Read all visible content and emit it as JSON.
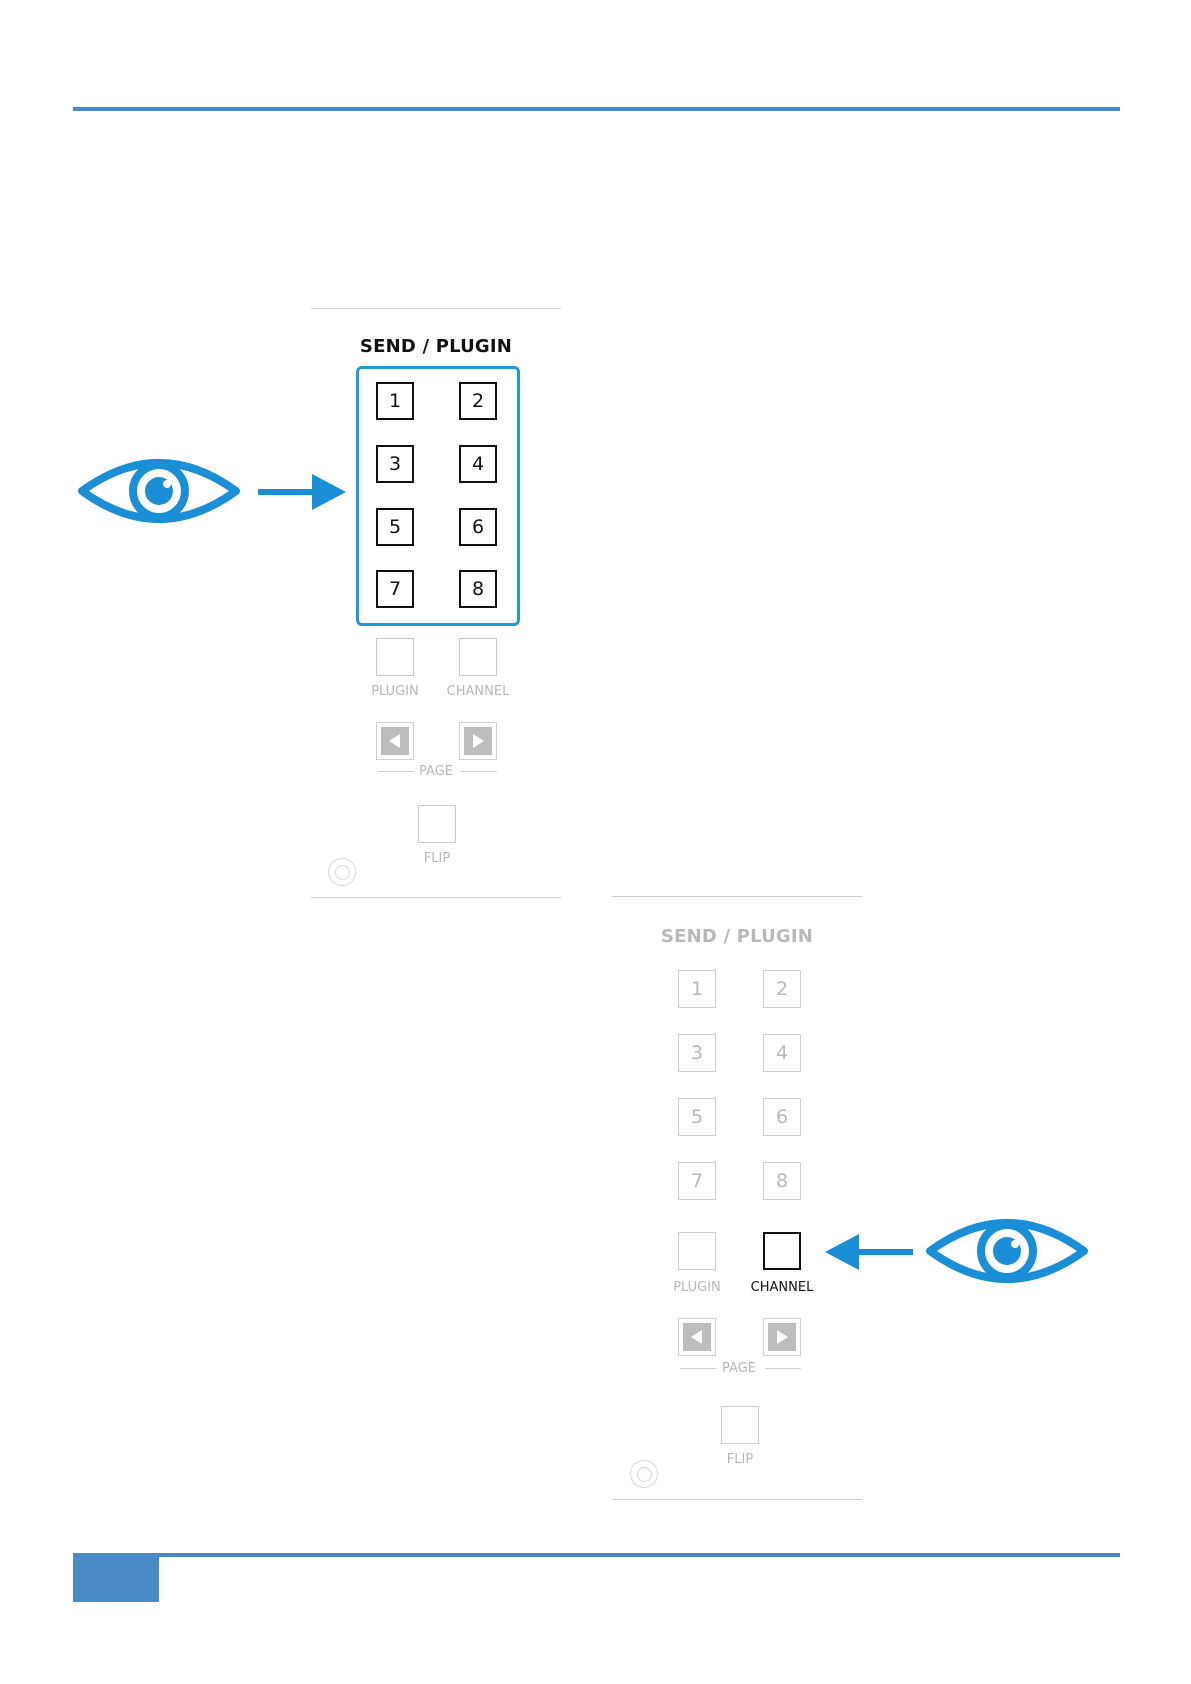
{
  "colors": {
    "accent": "#4a8bc6",
    "highlight": "#1c9bd8",
    "eye": "#1a8fd8"
  },
  "panel_top": {
    "title": "SEND / PLUGIN",
    "buttons": [
      "1",
      "2",
      "3",
      "4",
      "5",
      "6",
      "7",
      "8"
    ],
    "plugin_label": "PLUGIN",
    "channel_label": "CHANNEL",
    "page_label": "PAGE",
    "flip_label": "FLIP"
  },
  "panel_bottom": {
    "title": "SEND / PLUGIN",
    "buttons": [
      "1",
      "2",
      "3",
      "4",
      "5",
      "6",
      "7",
      "8"
    ],
    "plugin_label": "PLUGIN",
    "channel_label": "CHANNEL",
    "page_label": "PAGE",
    "flip_label": "FLIP"
  },
  "icons": {
    "eye": "eye-icon",
    "arrow_right": "arrow-right-icon",
    "arrow_left": "arrow-left-icon"
  }
}
